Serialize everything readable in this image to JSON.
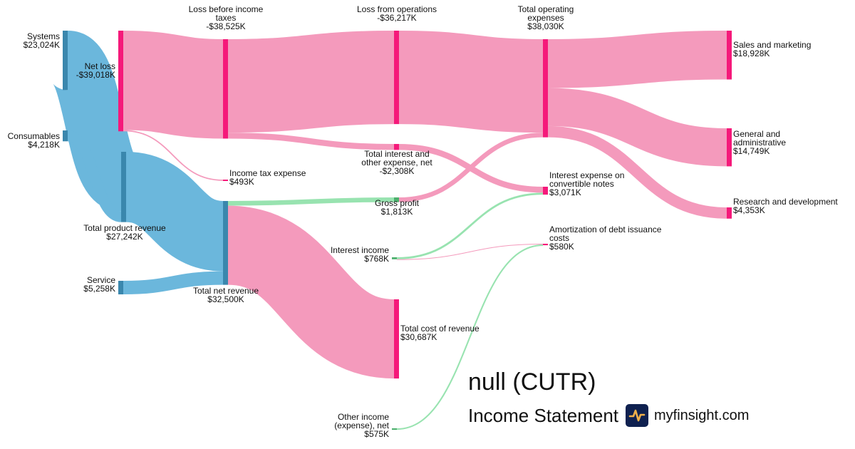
{
  "title": "null (CUTR)",
  "subtitle": "Income Statement",
  "brand": {
    "icon": "pulse-logo-icon",
    "site": "myfinsight.com",
    "logo_bg": "#0f2150",
    "logo_fg": "#f0b04a"
  },
  "colors": {
    "revenue_node": "#3a87ad",
    "revenue_link": "#6bb7dc",
    "expense_node": "#f5197a",
    "expense_link": "#f49abc",
    "profit_node": "#4caf6c",
    "profit_link": "#98e3b0"
  },
  "chart_data": {
    "type": "sankey",
    "title": "null (CUTR) Income Statement",
    "unit": "K USD",
    "nodes": [
      {
        "id": "systems",
        "label": "Systems",
        "value_label": "$23,024K",
        "value": 23024,
        "kind": "revenue"
      },
      {
        "id": "consumables",
        "label": "Consumables",
        "value_label": "$4,218K",
        "value": 4218,
        "kind": "revenue"
      },
      {
        "id": "net_loss",
        "label": "Net loss",
        "value_label": "-$39,018K",
        "value": -39018,
        "kind": "expense"
      },
      {
        "id": "total_product_revenue",
        "label": "Total product revenue",
        "value_label": "$27,242K",
        "value": 27242,
        "kind": "revenue"
      },
      {
        "id": "service",
        "label": "Service",
        "value_label": "$5,258K",
        "value": 5258,
        "kind": "revenue"
      },
      {
        "id": "loss_before_income_taxes",
        "label": "Loss before income taxes",
        "value_label": "-$38,525K",
        "value": -38525,
        "kind": "expense"
      },
      {
        "id": "income_tax_expense",
        "label": "Income tax expense",
        "value_label": "$493K",
        "value": 493,
        "kind": "expense"
      },
      {
        "id": "total_net_revenue",
        "label": "Total net revenue",
        "value_label": "$32,500K",
        "value": 32500,
        "kind": "revenue"
      },
      {
        "id": "interest_income",
        "label": "Interest income",
        "value_label": "$768K",
        "value": 768,
        "kind": "profit"
      },
      {
        "id": "other_income_net",
        "label": "Other income (expense), net",
        "value_label": "$575K",
        "value": 575,
        "kind": "profit"
      },
      {
        "id": "loss_from_operations",
        "label": "Loss from operations",
        "value_label": "-$36,217K",
        "value": -36217,
        "kind": "expense"
      },
      {
        "id": "total_interest_other_expense",
        "label": "Total interest and other expense, net",
        "value_label": "-$2,308K",
        "value": -2308,
        "kind": "expense"
      },
      {
        "id": "gross_profit",
        "label": "Gross profit",
        "value_label": "$1,813K",
        "value": 1813,
        "kind": "profit"
      },
      {
        "id": "total_cost_of_revenue",
        "label": "Total cost of revenue",
        "value_label": "$30,687K",
        "value": 30687,
        "kind": "expense"
      },
      {
        "id": "total_operating_expenses",
        "label": "Total operating expenses",
        "value_label": "$38,030K",
        "value": 38030,
        "kind": "expense"
      },
      {
        "id": "interest_expense_convertible",
        "label": "Interest expense on convertible notes",
        "value_label": "$3,071K",
        "value": 3071,
        "kind": "expense"
      },
      {
        "id": "amortization_debt_costs",
        "label": "Amortization of debt issuance costs",
        "value_label": "$580K",
        "value": 580,
        "kind": "expense"
      },
      {
        "id": "sales_marketing",
        "label": "Sales and marketing",
        "value_label": "$18,928K",
        "value": 18928,
        "kind": "expense"
      },
      {
        "id": "general_admin",
        "label": "General and administrative",
        "value_label": "$14,749K",
        "value": 14749,
        "kind": "expense"
      },
      {
        "id": "research_development",
        "label": "Research and development",
        "value_label": "$4,353K",
        "value": 4353,
        "kind": "expense"
      }
    ],
    "links": [
      {
        "source": "systems",
        "target": "total_product_revenue",
        "value": 23024,
        "kind": "revenue"
      },
      {
        "source": "consumables",
        "target": "total_product_revenue",
        "value": 4218,
        "kind": "revenue"
      },
      {
        "source": "net_loss",
        "target": "total_net_revenue",
        "value": 0,
        "kind": "revenue"
      },
      {
        "source": "total_product_revenue",
        "target": "total_net_revenue",
        "value": 27242,
        "kind": "revenue"
      },
      {
        "source": "service",
        "target": "total_net_revenue",
        "value": 5258,
        "kind": "revenue"
      },
      {
        "source": "net_loss",
        "target": "loss_before_income_taxes",
        "value": 38525,
        "kind": "expense"
      },
      {
        "source": "net_loss",
        "target": "income_tax_expense",
        "value": 493,
        "kind": "expense"
      },
      {
        "source": "loss_before_income_taxes",
        "target": "loss_from_operations",
        "value": 36217,
        "kind": "expense"
      },
      {
        "source": "loss_before_income_taxes",
        "target": "total_interest_other_expense",
        "value": 2308,
        "kind": "expense"
      },
      {
        "source": "total_net_revenue",
        "target": "gross_profit",
        "value": 1813,
        "kind": "profit"
      },
      {
        "source": "total_net_revenue",
        "target": "total_cost_of_revenue",
        "value": 30687,
        "kind": "expense"
      },
      {
        "source": "loss_from_operations",
        "target": "total_operating_expenses",
        "value": 36217,
        "kind": "expense"
      },
      {
        "source": "gross_profit",
        "target": "total_operating_expenses",
        "value": 1813,
        "kind": "expense"
      },
      {
        "source": "total_interest_other_expense",
        "target": "interest_expense_convertible",
        "value": 2308,
        "kind": "expense"
      },
      {
        "source": "interest_income",
        "target": "interest_expense_convertible",
        "value": 763,
        "kind": "profit"
      },
      {
        "source": "interest_income",
        "target": "amortization_debt_costs",
        "value": 5,
        "kind": "expense"
      },
      {
        "source": "other_income_net",
        "target": "amortization_debt_costs",
        "value": 575,
        "kind": "profit"
      },
      {
        "source": "total_operating_expenses",
        "target": "sales_marketing",
        "value": 18928,
        "kind": "expense"
      },
      {
        "source": "total_operating_expenses",
        "target": "general_admin",
        "value": 14749,
        "kind": "expense"
      },
      {
        "source": "total_operating_expenses",
        "target": "research_development",
        "value": 4353,
        "kind": "expense"
      }
    ]
  }
}
